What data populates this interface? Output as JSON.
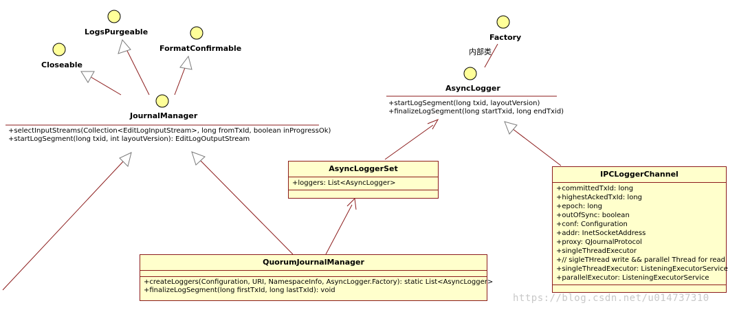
{
  "interfaces": {
    "logs_purgeable": "LogsPurgeable",
    "format_confirmable": "FormatConfirmable",
    "closeable": "Closeable",
    "journal_manager": "JournalManager",
    "factory": "Factory",
    "async_logger": "AsyncLogger"
  },
  "annotation_inner_class": "内部类",
  "journal_manager_ops": [
    "+selectInputStreams(Collection<EditLogInputStream>, long fromTxId, boolean inProgressOk)",
    "+startLogSegment(long txid, int layoutVersion): EditLogOutputStream"
  ],
  "async_logger_ops": [
    "+startLogSegment(long txid, layoutVersion)",
    "+finalizeLogSegment(long startTxid, long endTxid)"
  ],
  "async_logger_set": {
    "name": "AsyncLoggerSet",
    "attrs": [
      "+loggers: List<AsyncLogger>"
    ]
  },
  "quorum_journal_manager": {
    "name": "QuorumJournalManager",
    "ops": [
      "+createLoggers(Configuration, URI, NamespaceInfo, AsyncLogger.Factory): static List<AsyncLogger>",
      "+finalizeLogSegment(long firstTxId, long lastTxId): void"
    ]
  },
  "ipc_logger_channel": {
    "name": "IPCLoggerChannel",
    "attrs": [
      "+committedTxId: long",
      "+highestAckedTxId: long",
      "+epoch: long",
      "+outOfSync: boolean",
      "+conf: Configuration",
      "+addr: InetSocketAddress",
      "+proxy: QJournalProtocol",
      "+singleThreadExecutor",
      "+// sigleTHread write && parallel Thread for read",
      "+singleThreadExecutor: ListeningExecutorService",
      "+parallelExecutor: ListeningExecutorService"
    ]
  },
  "watermark": "https://blog.csdn.net/u014737310",
  "colors": {
    "line": "#8b1a1a",
    "lollipop": "#ffff99",
    "box": "#ffffcc",
    "arrow": "#7a7a7a"
  }
}
